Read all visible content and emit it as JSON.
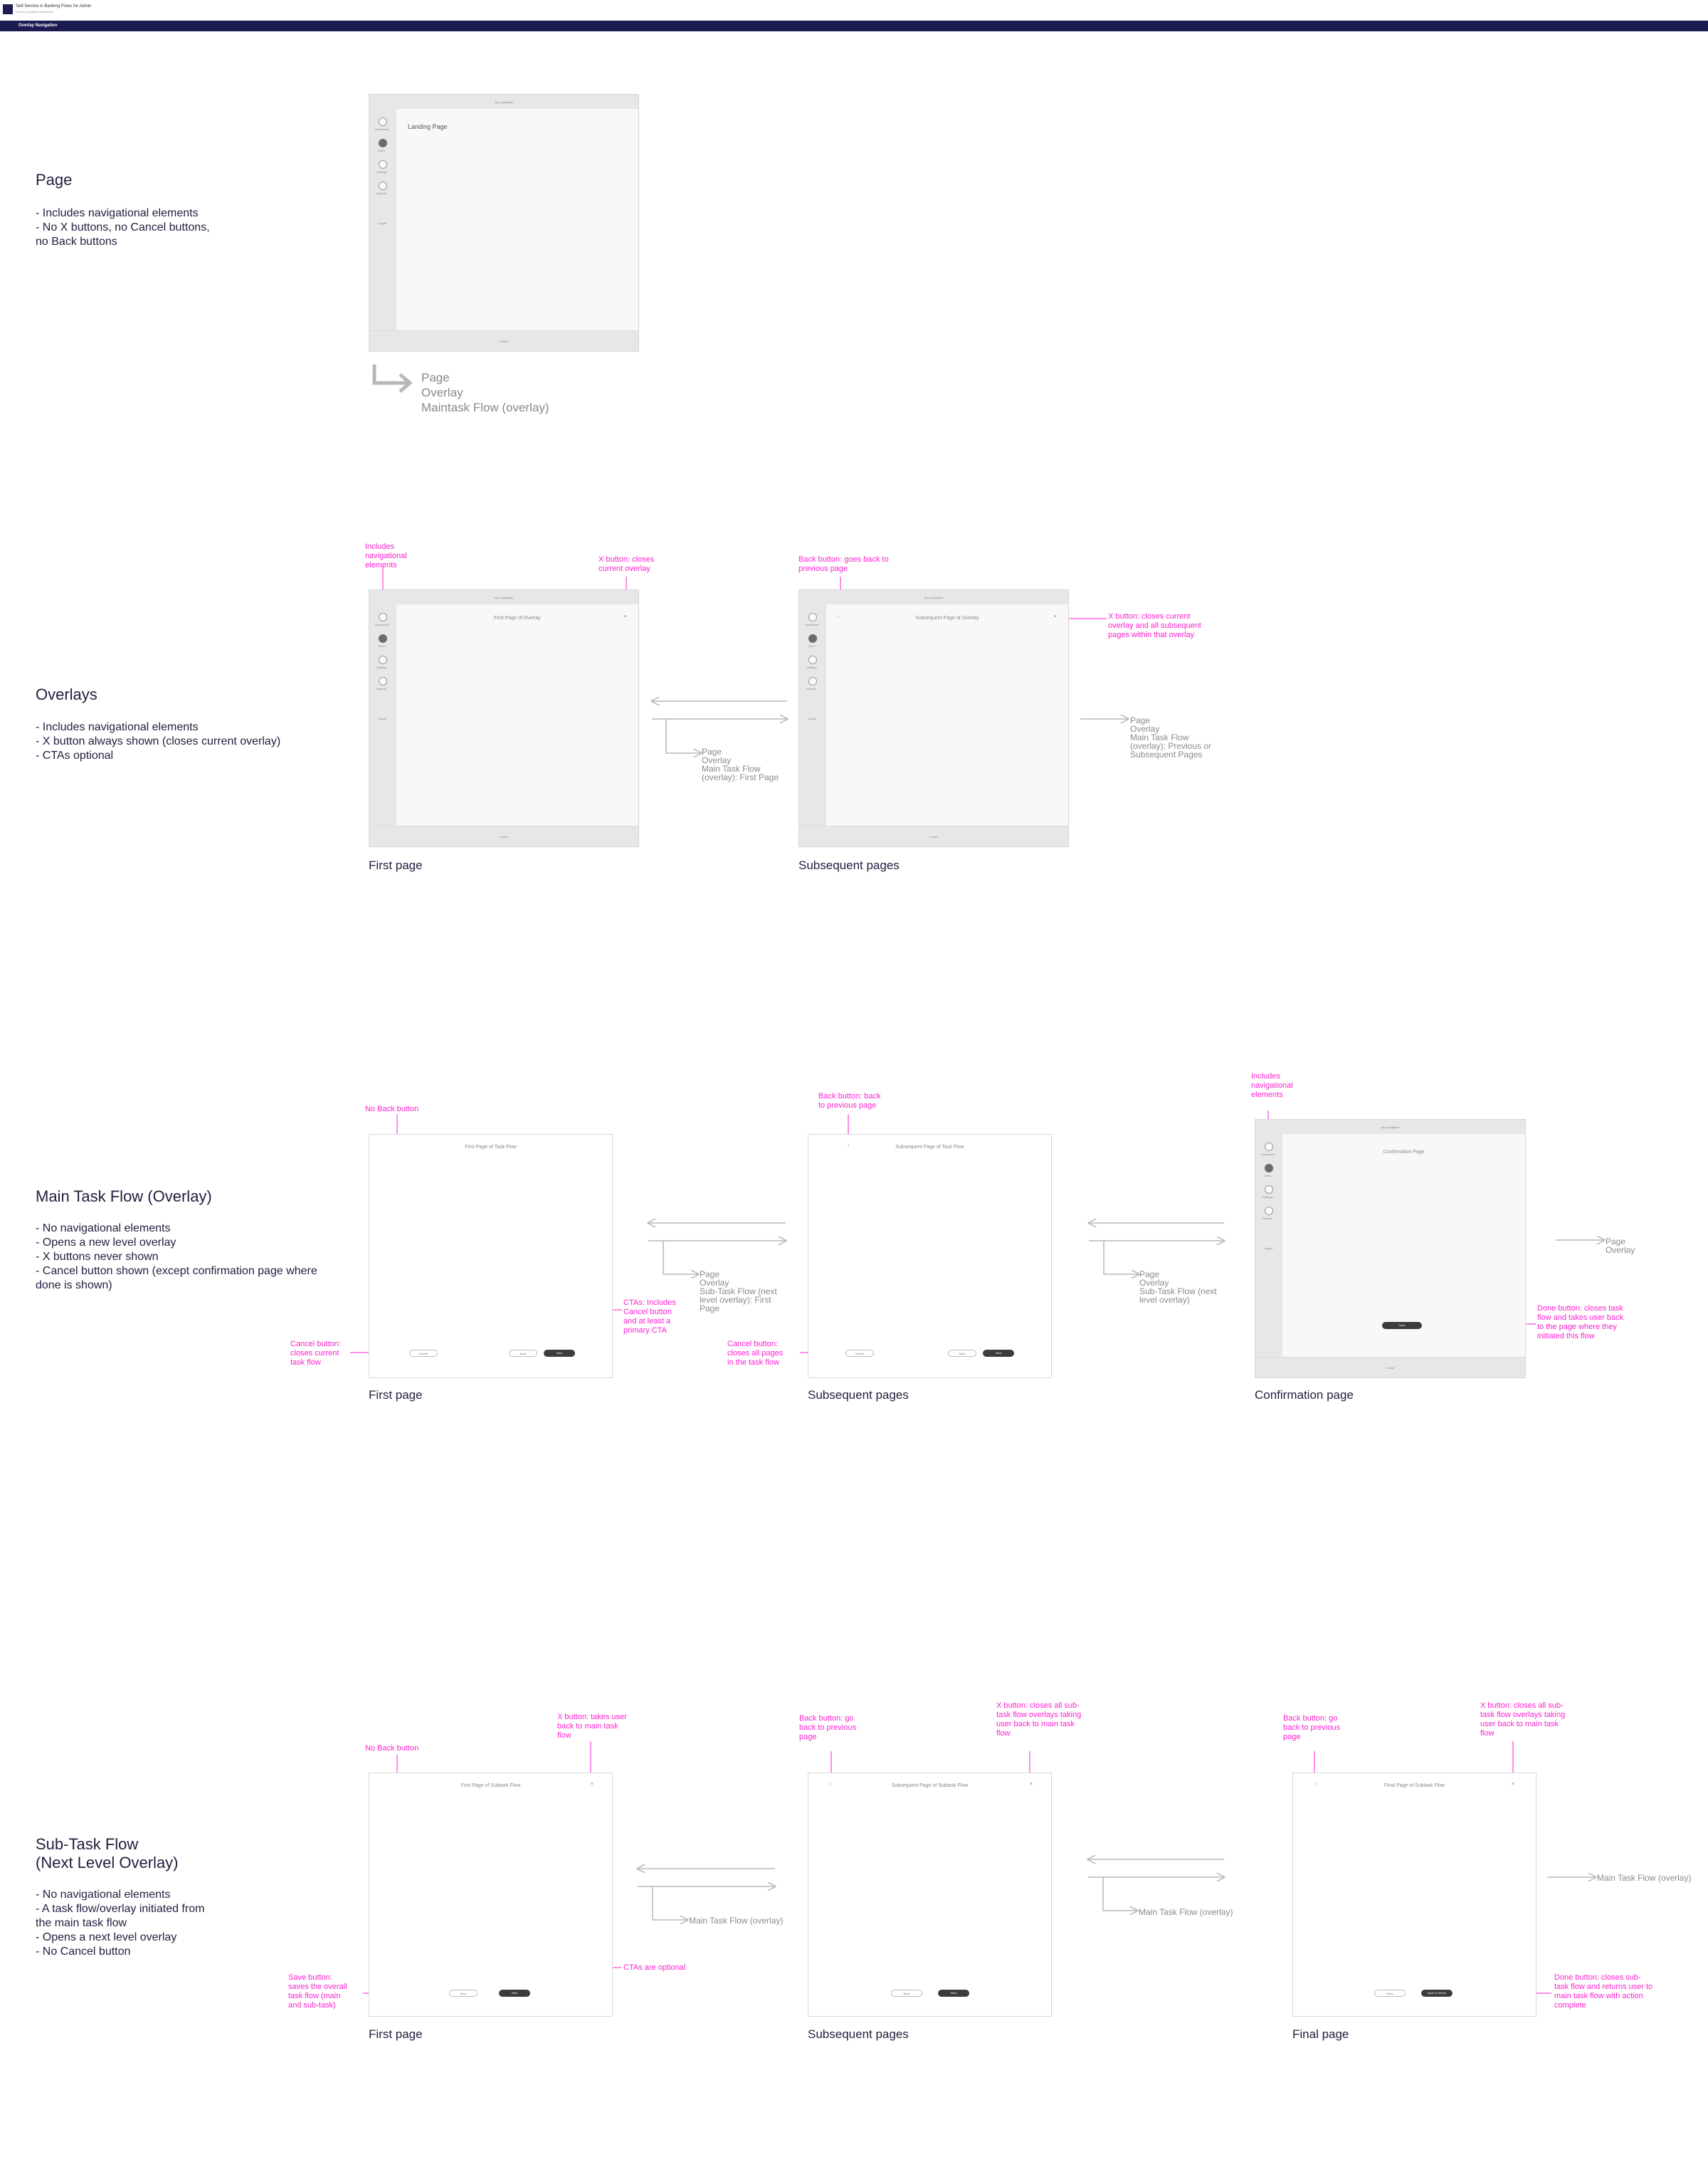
{
  "header": {
    "doc_title": "Self-Service in Banking Flows for Admin",
    "doc_subtitle": "Overlay navigation framework",
    "nav_tab": "Overlay Navigation"
  },
  "colors": {
    "accent": "#1c1c52",
    "annotation": "#ff1fd0",
    "flow_arrow": "#b8b8b8"
  },
  "frame_common": {
    "top_bar": "App navigation",
    "bottom_bar": "Footer",
    "side_nav": [
      "Dashboard",
      "Users",
      "Settings",
      "Reports"
    ],
    "side_extra": "Logout"
  },
  "page": {
    "title": "Page",
    "bullets": "- Includes navigational elements\n- No X buttons, no Cancel buttons,\nno Back buttons",
    "frame_heading": "Landing Page",
    "flow": "Page\nOverlay\nMaintask Flow (overlay)"
  },
  "overlays": {
    "title": "Overlays",
    "bullets": "- Includes navigational elements\n- X button always shown  (closes current overlay)\n- CTAs optional",
    "first_heading": "First Page of Overlay",
    "subsequent_heading": "Subsequent Page of Overlay",
    "caption_first": "First page",
    "caption_subsequent": "Subsequent pages",
    "anno_nav": "Includes\nnavigational\nelements",
    "anno_x": "X button: closes\ncurrent overlay",
    "anno_back": "Back button: goes back to\nprevious page",
    "anno_x2": "X button: closes current\noverlay and all subsequent\npages within that overlay",
    "flow_first": "Page\nOverlay\nMain Task Flow\n(overlay): First Page",
    "flow_subsequent": "Page\nOverlay\nMain Task Flow\n(overlay): Previous or\nSubsequent Pages"
  },
  "main_task": {
    "title": "Main Task Flow (Overlay)",
    "bullets": "- No navigational elements\n- Opens a new level overlay\n- X buttons never shown\n- Cancel button shown (except confirmation page where\ndone is shown)",
    "first_heading": "First Page of Task Flow",
    "subsequent_heading": "Subsequent Page of Task Flow",
    "confirm_heading": "Confirmation Page",
    "caption_first": "First page",
    "caption_subsequent": "Subsequent pages",
    "caption_confirm": "Confirmation page",
    "btn_cancel": "Cancel",
    "btn_back": "Back",
    "btn_next": "Next",
    "btn_done": "Done",
    "anno_no_back": "No Back button",
    "anno_cancel": "Cancel button:\ncloses current\ntask flow",
    "anno_ctas": "CTAs: Includes\nCancel button\nand at least a\nprimary CTA",
    "anno_back": "Back button: back\nto previous page",
    "anno_cancel2": "Cancel button:\ncloses all pages\nin the task flow",
    "anno_nav": "Includes\nnavigational\nelements",
    "anno_done": "Done button: closes task\nflow and takes user back\nto the page where they\ninitiated this flow",
    "flow_first": "Page\nOverlay\nSub-Task Flow (next\nlevel overlay): First\nPage",
    "flow_subsequent": "Page\nOverlay\nSub-Task Flow (next\nlevel overlay)",
    "flow_confirm": "Page\nOverlay"
  },
  "sub_task": {
    "title": "Sub-Task Flow\n(Next Level Overlay)",
    "bullets": "- No navigational elements\n- A task flow/overlay initiated from\nthe main task flow\n- Opens a next level overlay\n- No Cancel button",
    "first_heading": "First Page of Subtask Flow",
    "subsequent_heading": "Subsequent Page of Subtask Flow",
    "final_heading": "Final Page of Subtask Flow",
    "caption_first": "First page",
    "caption_subsequent": "Subsequent pages",
    "caption_final": "Final page",
    "btn_save": "Save",
    "btn_back": "Back",
    "btn_next": "Next",
    "btn_done": "Done & Return",
    "anno_no_back": "No Back button",
    "anno_x": "X button: takes user\nback to main task\nflow",
    "anno_save": "Save button:\nsaves the overall\ntask flow (main\nand sub-task)",
    "anno_ctas": "CTAs are optional",
    "anno_back": "Back button: go\nback to previous\npage",
    "anno_x2": "X button: closes all sub-\ntask flow overlays taking\nuser back to main task\nflow",
    "anno_back3": "Back button: go\nback to previous\npage",
    "anno_x3": "X button: closes all sub-\ntask flow overlays taking\nuser back to main task\nflow",
    "anno_done": "Done button:  closes sub-\ntask flow and returns user to\nmain task flow with action\ncomplete",
    "flow_first": "Main Task Flow (overlay)",
    "flow_subsequent": "Main Task Flow (overlay)",
    "flow_final": "Main Task Flow (overlay)"
  }
}
